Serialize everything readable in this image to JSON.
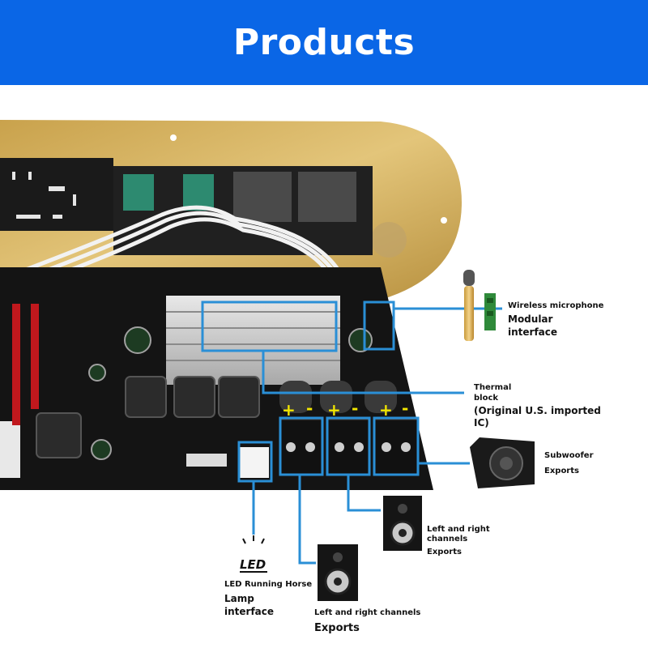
{
  "header": {
    "title": "Products"
  },
  "labels": {
    "wireless_line1": "Wireless microphone",
    "wireless_line2": "Modular",
    "wireless_line3": "interface",
    "thermal_line1": "Thermal",
    "thermal_line2": "block",
    "thermal_line3": "(Original U.S. imported",
    "thermal_line4": "IC)",
    "subwoofer_line1": "Subwoofer",
    "subwoofer_line2": "Exports",
    "lr_upper_line1": "Left and right",
    "lr_upper_line2": "channels",
    "lr_upper_line3": "Exports",
    "led_icon_text": "LED",
    "led_line1": "LED Running Horse",
    "led_line2": "Lamp",
    "led_line3": "interface",
    "lr_lower_line1": "Left and right channels",
    "lr_lower_line2": "Exports"
  },
  "terminal_signs": {
    "plus": "+",
    "minus": "-"
  },
  "colors": {
    "header_bg": "#0a66e6",
    "callout_blue": "#2a8fd6",
    "terminal_sign": "#f2e600",
    "board_black": "#141414",
    "plate_gold": "#d9b96a"
  },
  "icons": [
    "microphone-icon",
    "wireless-module-icon",
    "subwoofer-speaker-icon",
    "studio-speaker-icon",
    "led-lamp-icon"
  ]
}
